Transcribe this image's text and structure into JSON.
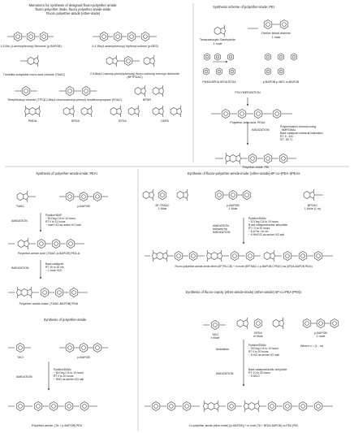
{
  "panel_a": {
    "title_lines": [
      "Monomers for synthesis of designed fluoro-polyether amide:",
      "fluoro polyether imide, fluoro polyether amide-imide",
      "Fluoro polyether-amide (ether-imide)"
    ],
    "labels": {
      "bapob": "1,5-Bis (4-aminophenoxy) Benzene (p-BAPOB)",
      "bes": "4,4'-Bis(4-aminophenoxy) biphenyl sulfone (p-BES)",
      "tmac": "Trimellitic anhydride mono acid chloride (TMAC)",
      "btpdac": "2,5-Bis(4-Carboxy-phenylphenoxy) fluoro-carbonyl benzoyl dichloride (BFTPDAC)",
      "tpc": "Terephthaloyl chloride (TPC)",
      "fdac": "2,2-Bis(4-chlorocarbonyl-phenyl) hexafluoropropane (FDAC)",
      "bpdr": "BPDR",
      "pmda": "PMDA",
      "bpda": "BPDA",
      "btda": "BTDA",
      "odpa": "ODPA"
    }
  },
  "panel_b": {
    "title": "Synthesis scheme of polyether-imide: PEI",
    "labels": {
      "tetracarboxylic": "Tetracarboxylic Dianhydride",
      "diamine": "Diether linked diamine",
      "one_mole_left": "1 mole",
      "one_mole_right": "1 mole",
      "polymerization": "POLYMERIZATION",
      "dianhydrides": "PMDA  BPDA  6FDA  BTDA",
      "diamines": "p-BAPOB  p-BES  m-BAPOB",
      "pea": "Polyether-amic acid: PEAA",
      "imidization": "IMIDIZATION",
      "pei": "Polyether-imide: PEI"
    },
    "conditions": [
      "Polymerization: thermal curing",
      "- NMP/DMAc",
      "Base catalyzed chemical imidization",
      "RT: 5 - 8 hr",
      "RT - 80 °C"
    ]
  },
  "panel_c": {
    "title": "Synthesis of polyether-amide-imide: PEAI",
    "labels": {
      "tmac": "TMAC",
      "diamine": "p-BAPOB",
      "amidation": "AMIDATION",
      "intermediate": "Polyether-amide acid: [TMAC-p-BAPOB] PEA-A",
      "imidization": "IMIDIZATION",
      "product": "Polyether amide-imide: [TMAC-BAPOB] PEAI"
    },
    "conditions_amidation": [
      "Pyridine/NMP",
      "~ 60 Deg C/4 to 10 hours",
      "RT 0 to 12 hours",
      "~ more HCl as amine HCl salt"
    ],
    "conditions_imidization": [
      "Base catalyzed",
      "RT 10 to 30 hrs",
      "~ 1 mole H2O"
    ]
  },
  "panel_d": {
    "title": "Synthesis of fluoro-polyether-amide-imide: [ether-amide]-6F-co-(PEA-I)PEAs",
    "labels": {
      "monomer1": "6F-TPAAC",
      "monomer1_mole": "1 Mole",
      "monomer2": "p-BAPOB",
      "monomer2_mole": "1 Mole",
      "monomer3": "BFDAC",
      "monomer3_mole": "1 Mole (1 m)",
      "amidation": "AMIDATION",
      "followed_by": "followed by",
      "imidization": "IMIDIZATION",
      "product": "Fluoro-polyether-amide-imide-ether-(6FTPA-CB) + m mole (BFTMAC c-p-BAPOB-CPEAC) as (6FDA-BAPOB PEAI)"
    },
    "conditions": [
      "Pyridine/DMAc",
      "~ 10 Deg C/4 to 10 hours",
      "B ase catalyzed/acetic anhydride",
      "RT / 3 to 20 hours",
      "~ 6-6 Per: Nr. ed",
      "~ 6 NH/OCI as amine HCl salt"
    ]
  },
  "panel_e": {
    "title": "Synthesis of fluoro-copoly (ether-amide-imide) (ether-amide) 6F-co-PEA (PEI)s",
    "labels": {
      "tac": "TACl",
      "tac_mole": "n Mole",
      "bfda": "BFDA",
      "bfda_mole": "m Mole",
      "diamine": "p-BAPOB",
      "diamine_mole": "1 mole",
      "amidation": "Amidation",
      "imidization": "IMIDIZATION",
      "product": "Co-polyether-amide-(ether-imide) [(n-BAPOB)] + m mole (TA + BFDA-BAPOB) co-PEA (PEI)"
    },
    "conditions_amidation": [
      "Pyridine/DMAc",
      "~ 18 Deg C/4 to 10 hours",
      "RT 0 to 20 hours",
      "~ 5 HCl as amine HCl salt"
    ],
    "conditions_imidization": [
      "Base catalyzed/acetic anhydride",
      "RT: 10 to 30 hours",
      "~ 5 NiCO"
    ],
    "where_note": "Where n = (1 - m)"
  },
  "panel_f": {
    "title": "Synthesis of polyether-amide",
    "labels": {
      "tac": "TACl",
      "diamine": "p-BAPOB",
      "amidation": "AMIDATION",
      "product": "Polyether-amide: [TA + p-BAPOB] PEA"
    },
    "conditions": [
      "Pyridine/DMAc",
      "~ 60 Deg C/4 to 10 hours",
      "RT 0 to 20 hours",
      "~ 5HCl as amine-HCl salt"
    ]
  }
}
